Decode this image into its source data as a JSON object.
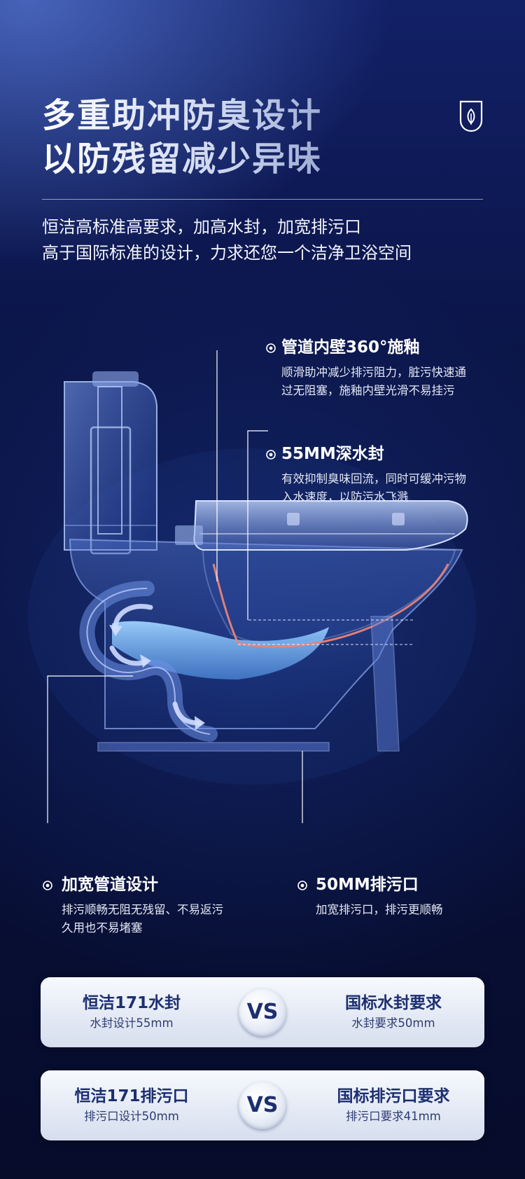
{
  "header": {
    "title_line1": "多重助冲防臭设计",
    "title_line2": "以防残留减少异味",
    "subtitle_line1": "恒洁高标准高要求，加高水封，加宽排污口",
    "subtitle_line2": "高于国际标准的设计，力求还您一个洁净卫浴空间"
  },
  "callouts": {
    "glaze": {
      "title": "管道内壁360°施釉",
      "desc_line1": "顺滑助冲减少排污阻力，脏污快速通",
      "desc_line2": "过无阻塞，施釉内壁光滑不易挂污"
    },
    "water_seal": {
      "title": "55MM深水封",
      "desc_line1": "有效抑制臭味回流，同时可缓冲污物",
      "desc_line2": "入水速度，以防污水飞溅"
    },
    "pipe": {
      "title": "加宽管道设计",
      "desc_line1": "排污顺畅无阻无残留、不易返污",
      "desc_line2": "久用也不易堵塞"
    },
    "outlet": {
      "title": "50MM排污口",
      "desc_line1": "加宽排污口，排污更顺畅"
    }
  },
  "comparisons": [
    {
      "left_title": "恒洁171水封",
      "left_sub": "水封设计55mm",
      "vs": "VS",
      "right_title": "国标水封要求",
      "right_sub": "水封要求50mm"
    },
    {
      "left_title": "恒洁171排污口",
      "left_sub": "排污口设计50mm",
      "vs": "VS",
      "right_title": "国标排污口要求",
      "right_sub": "排污口要求41mm"
    }
  ],
  "colors": {
    "accent_line": "#ffffff",
    "glaze_highlight": "#e8837a",
    "card_text": "#1d2f70"
  },
  "icons": {
    "badge": "shield-leaf-icon"
  }
}
